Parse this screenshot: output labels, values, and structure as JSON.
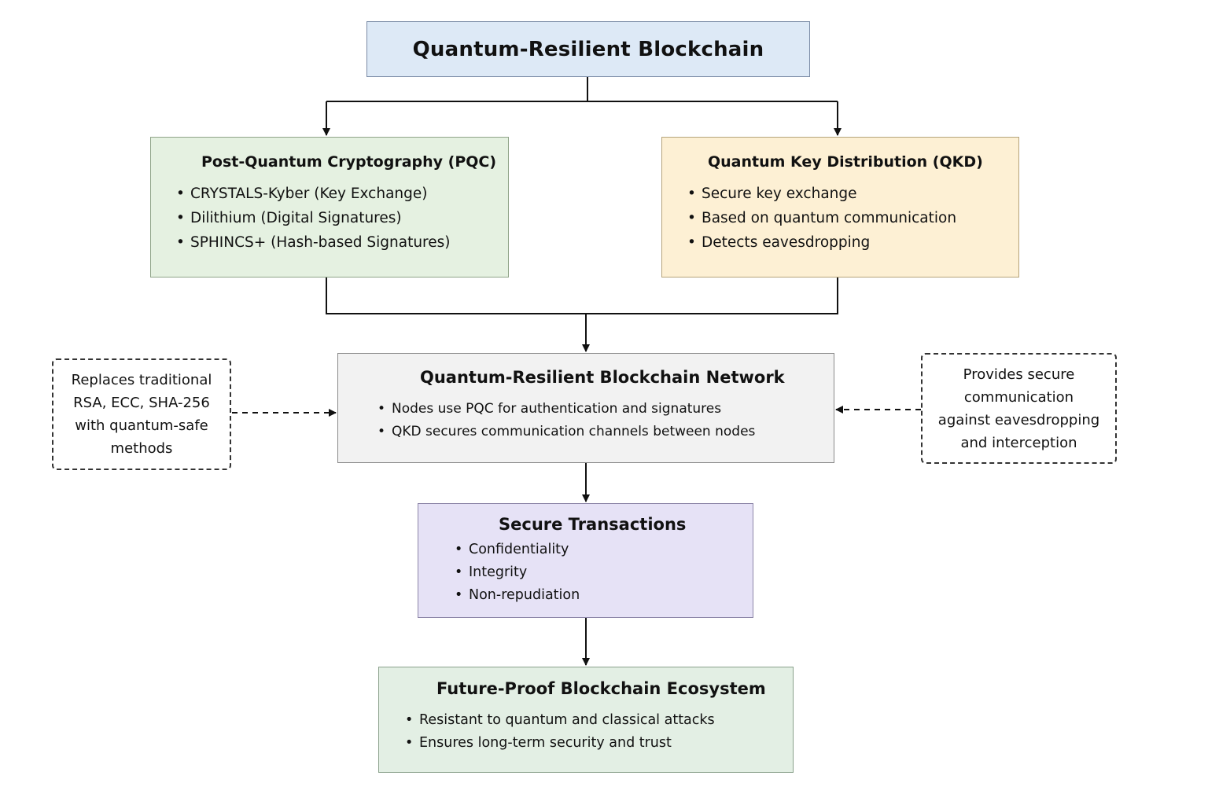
{
  "title": "Quantum-Resilient Blockchain",
  "pqc": {
    "title": "Post-Quantum Cryptography (PQC)",
    "items": [
      "CRYSTALS-Kyber (Key Exchange)",
      "Dilithium (Digital Signatures)",
      "SPHINCS+ (Hash-based Signatures)"
    ]
  },
  "qkd": {
    "title": "Quantum Key Distribution (QKD)",
    "items": [
      "Secure key exchange",
      "Based on quantum communication",
      "Detects eavesdropping"
    ]
  },
  "network": {
    "title": "Quantum-Resilient Blockchain Network",
    "items": [
      "Nodes use PQC for authentication and signatures",
      "QKD secures communication channels between nodes"
    ]
  },
  "secure_transactions": {
    "title": "Secure Transactions",
    "items": [
      "Confidentiality",
      "Integrity",
      "Non-repudiation"
    ]
  },
  "future": {
    "title": "Future-Proof Blockchain Ecosystem",
    "items": [
      "Resistant to quantum and classical attacks",
      "Ensures long-term security and trust"
    ]
  },
  "notes": {
    "left": [
      "Replaces traditional",
      "RSA, ECC, SHA-256",
      "with quantum-safe",
      "methods"
    ],
    "right": [
      "Provides secure",
      "communication",
      "against eavesdropping",
      "and interception"
    ]
  },
  "colors": {
    "title_fill": "#dde9f6",
    "pqc_fill": "#e5f1e1",
    "qkd_fill": "#fdf0d4",
    "network_fill": "#f2f2f2",
    "secure_fill": "#e6e2f6",
    "future_fill": "#e3efe4",
    "line": "#111111"
  }
}
